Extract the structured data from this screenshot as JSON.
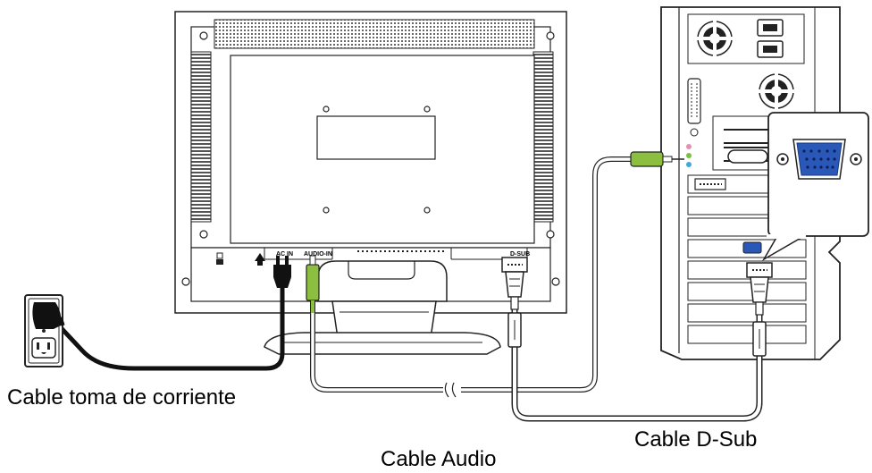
{
  "monitor": {
    "ports": {
      "ac_in": "AC IN",
      "audio_in": "AUDIO-IN",
      "d_sub": "D-SUB"
    }
  },
  "captions": {
    "power_cable": "Cable toma de corriente",
    "audio_cable": "Cable Audio",
    "dsub_cable": "Cable D-Sub"
  },
  "colors": {
    "line": "#222222",
    "cable_gray": "#bdbdbd",
    "audio_green": "#8cbf3f",
    "vga_blue": "#2a58b8",
    "jack_pink": "#e58fb4",
    "jack_green": "#7ac143",
    "jack_blue": "#3fa9dc"
  }
}
